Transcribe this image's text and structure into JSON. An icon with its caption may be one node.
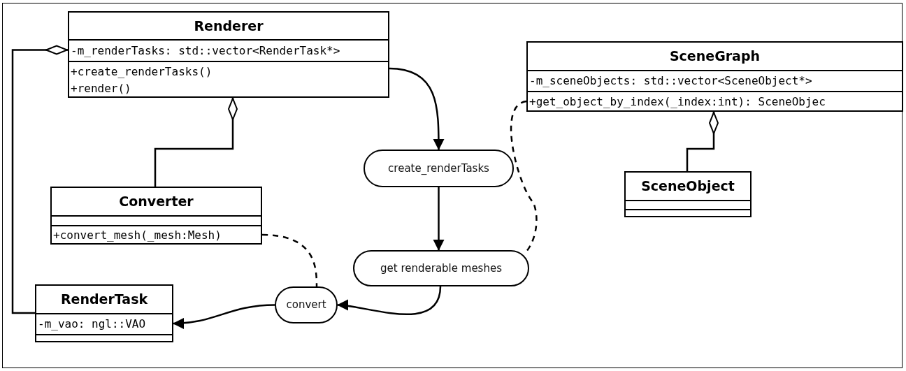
{
  "diagram": {
    "nodes": [
      {
        "text": [
          "Renderer"
        ]
      },
      {
        "text": [
          "-m_renderTasks: std::vector<RenderTask*>"
        ],
        "in": 0
      },
      {
        "text": [
          "+create_renderTasks()",
          "+render()"
        ],
        "in": 0
      },
      {
        "text": [
          "SceneGraph"
        ]
      },
      {
        "text": [
          "-m_sceneObjects: std::vector<SceneObject*>"
        ],
        "in": 3
      },
      {
        "text": [
          "+get_object_by_index(_index:int): SceneObjec"
        ],
        "in": 3
      },
      {
        "text": [
          "Converter"
        ]
      },
      {
        "text": [],
        "shape": "box",
        "in": 6
      },
      {
        "text": [
          "+convert_mesh(_mesh:Mesh)"
        ],
        "in": 6
      },
      {
        "text": [
          "create_renderTasks"
        ]
      },
      {
        "text": [
          "SceneObject"
        ]
      },
      {
        "text": [],
        "shape": "box",
        "in": 10
      },
      {
        "text": [],
        "shape": "box",
        "in": 10
      },
      {
        "text": [
          "get renderable meshes"
        ]
      },
      {
        "text": [
          "RenderTask"
        ]
      },
      {
        "text": [
          "-m_vao: ngl::VAO"
        ],
        "in": 14
      },
      {
        "text": [],
        "shape": "box",
        "in": 14
      },
      {
        "text": [
          "convert"
        ]
      }
    ],
    "edges": [
      {
        "from": 14,
        "to": 1,
        "arrow": "other"
      },
      {
        "from": 6,
        "to": 0,
        "arrow": "other"
      },
      {
        "from": 10,
        "to": 3,
        "arrow": "other"
      },
      {
        "from": 0,
        "to": 9,
        "arrow": "to"
      },
      {
        "from": 9,
        "to": 13,
        "arrow": "to"
      },
      {
        "from": 13,
        "to": 17,
        "arrow": "to"
      },
      {
        "from": 17,
        "to": 15,
        "arrow": "to"
      },
      {
        "from": 8,
        "to": 17,
        "arrow": "none",
        "style": "dashed"
      },
      {
        "from": 5,
        "to": 13,
        "arrow": "none",
        "style": "dashed"
      }
    ]
  }
}
